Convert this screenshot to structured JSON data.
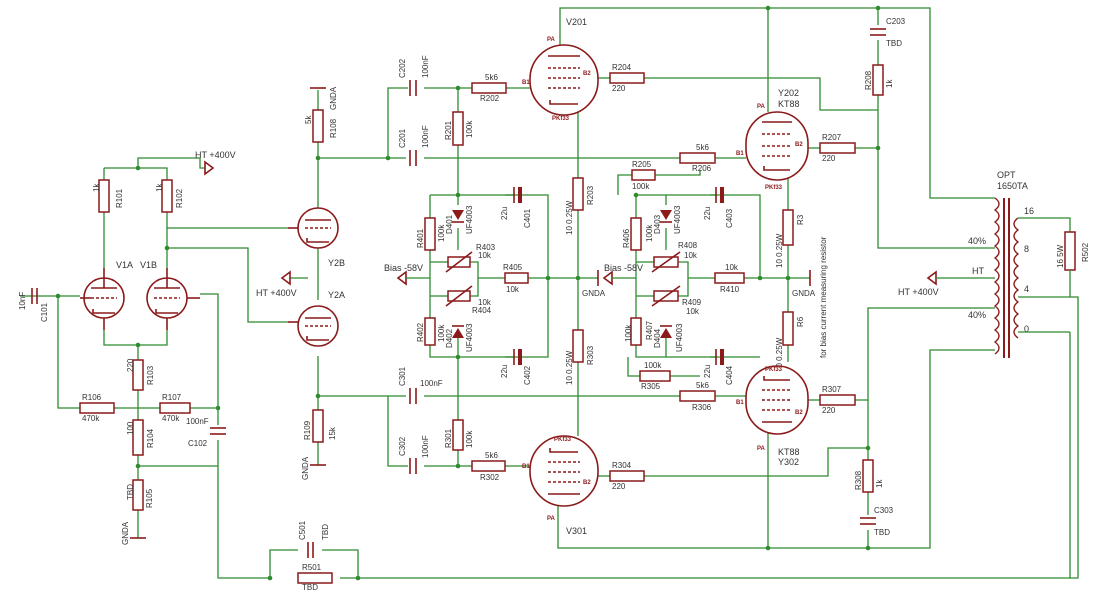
{
  "tubes": {
    "V1A": "V1A",
    "V1B": "V1B",
    "Y2A": "Y2A",
    "Y2B": "Y2B",
    "V201": "V201",
    "Y202": "Y202",
    "Y202_type": "KT88",
    "V301": "V301",
    "Y302": "Y302",
    "Y302_type": "KT88",
    "tag_PK": "PKf33",
    "pin_PA": "PA",
    "pin_B1": "B1",
    "pin_B2": "B2"
  },
  "rails": {
    "ht1": "HT +400V",
    "ht2": "HT +400V",
    "ht3": "HT +400V",
    "bias1": "Bias -58V",
    "bias2": "Bias -58V",
    "gnd1": "GNDA",
    "gnd2": "GNDA",
    "gnd3": "GNDA",
    "gnd4": "GNDA",
    "gnd5": "GNDA"
  },
  "comps": {
    "C101": "C101",
    "C101v": "10nF",
    "R101": "R101",
    "R101v": "1k",
    "R102": "R102",
    "R102v": "1k",
    "R103": "R103",
    "R103v": "220",
    "R104": "R104",
    "R104v": "100",
    "R105": "R105",
    "R105v": "TBD",
    "R106": "R106",
    "R106v": "470k",
    "R107": "R107",
    "R107v": "470k",
    "C102": "C102",
    "C102v": "100nF",
    "R108": "R108",
    "R108v": "5k",
    "R109": "R109",
    "R109v": "15k",
    "C501": "C501",
    "C501v": "TBD",
    "R501": "R501",
    "R501v": "TBD",
    "C202": "C202",
    "C202v": "100nF",
    "C201": "C201",
    "C201v": "100nF",
    "R201": "R201",
    "R201v": "100k",
    "R202": "R202",
    "R202v": "5k6",
    "R203": "R203",
    "R203v": "10 0.25W",
    "R204": "R204",
    "R204v": "220",
    "C203": "C203",
    "C203v": "TBD",
    "R208": "R208",
    "R208v": "1k",
    "R205": "R205",
    "R205v": "100k",
    "R206": "R206",
    "R206v": "5k6",
    "R207": "R207",
    "R207v": "220",
    "C401": "C401",
    "C401v": "22u",
    "C402": "C402",
    "C402v": "22u",
    "D401": "D401",
    "D401v": "UF4003",
    "D402": "D402",
    "D402v": "UF4003",
    "R401": "R401",
    "R401v": "100k",
    "R402": "R402",
    "R402v": "100k",
    "R403": "R403",
    "R403v": "10k",
    "R404": "R404",
    "R404v": "10k",
    "R405": "R405",
    "R405v": "10k",
    "R406": "R406",
    "R406v": "100k",
    "R407": "R407",
    "R407v": "100k",
    "R408": "R408",
    "R408v": "10k",
    "R409": "R409",
    "R409v": "10k",
    "R410": "R410",
    "R410v": "10k",
    "D403": "D403",
    "D403v": "UF4003",
    "D404": "D404",
    "D404v": "UF4003",
    "C403": "C403",
    "C403v": "22u",
    "C404": "C404",
    "C404v": "22u",
    "R3": "R3",
    "R3v": "10 0.25W",
    "R6": "R6",
    "R6v": "10 0.25W",
    "C301": "C301",
    "C301v": "100nF",
    "C302": "C302",
    "C302v": "100nF",
    "R301": "R301",
    "R301v": "100k",
    "R302": "R302",
    "R302v": "5k6",
    "R303": "R303",
    "R303v": "10 0.25W",
    "R304": "R304",
    "R304v": "220",
    "R305": "R305",
    "R305v": "100k",
    "R306": "R306",
    "R306v": "5k6",
    "R307": "R307",
    "R307v": "220",
    "R308": "R308",
    "R308v": "1k",
    "C303": "C303",
    "C303v": "TBD",
    "R502": "R502",
    "R502v": "16 5W"
  },
  "opt": {
    "title": "OPT",
    "model": "1650TA",
    "tap_a": "40%",
    "tap_b": "40%",
    "ht": "HT",
    "s16": "16",
    "s8": "8",
    "s4": "4",
    "s0": "0"
  },
  "note": "for bias current measuring resistor"
}
